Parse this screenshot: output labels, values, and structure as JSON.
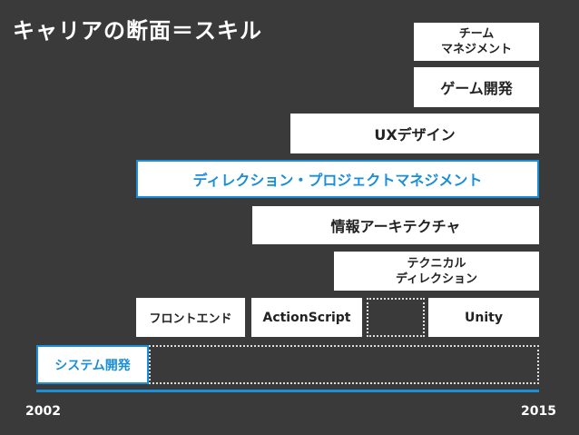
{
  "title": "キャリアの断面＝スキル",
  "skills": {
    "team_management": [
      "チーム",
      "マネジメント"
    ],
    "game_dev": "ゲーム開発",
    "ux_design": "UXデザイン",
    "direction_pm": "ディレクション・プロジェクトマネジメント",
    "ia": "情報アーキテクチャ",
    "technical_direction": [
      "テクニカル",
      "ディレクション"
    ],
    "frontend": "フロントエンド",
    "actionscript": "ActionScript",
    "unity": "Unity",
    "system_dev": "システム開発"
  },
  "axis": {
    "start_year": "2002",
    "end_year": "2015"
  },
  "colors": {
    "background": "#3a3a3a",
    "box": "#ffffff",
    "accent": "#1a8ed6",
    "dotted": "#dddddd"
  }
}
